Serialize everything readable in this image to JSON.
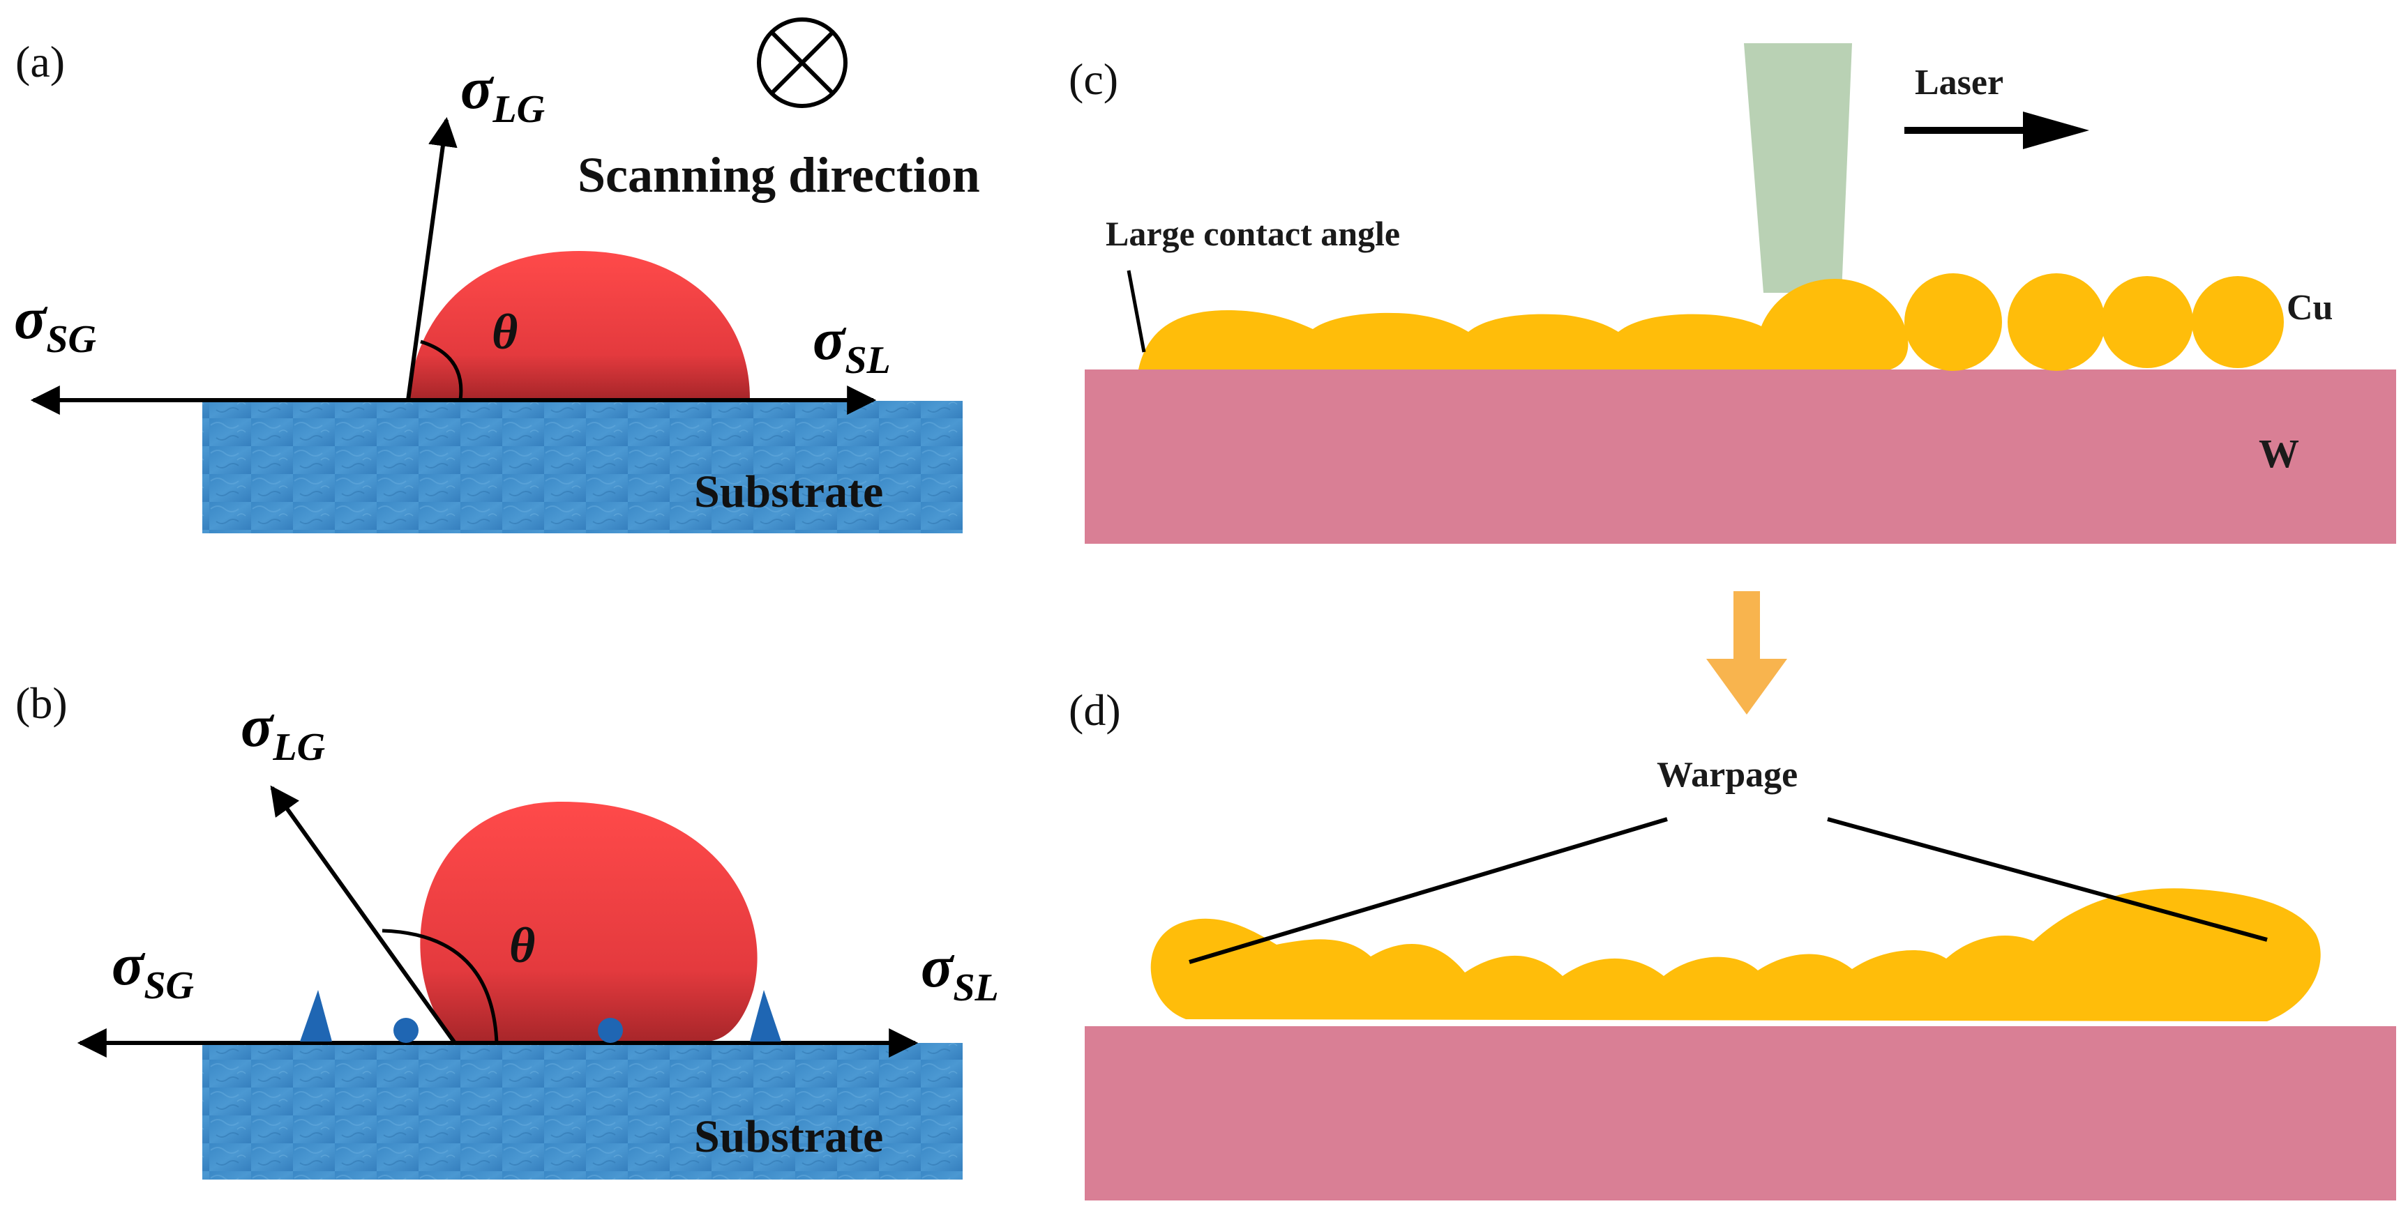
{
  "panels": {
    "a": {
      "label": "(a)",
      "sigma_lg": {
        "base": "σ",
        "sub": "LG"
      },
      "sigma_sg": {
        "base": "σ",
        "sub": "SG"
      },
      "sigma_sl": {
        "base": "σ",
        "sub": "SL"
      },
      "theta": "θ",
      "scan_text": "Scanning direction",
      "substrate": "Substrate"
    },
    "b": {
      "label": "(b)",
      "sigma_lg": {
        "base": "σ",
        "sub": "LG"
      },
      "sigma_sg": {
        "base": "σ",
        "sub": "SG"
      },
      "sigma_sl": {
        "base": "σ",
        "sub": "SL"
      },
      "theta": "θ",
      "substrate": "Substrate"
    },
    "c": {
      "label": "(c)",
      "laser": "Laser",
      "contact_angle": "Large contact angle",
      "cu": "Cu",
      "w": "W"
    },
    "d": {
      "label": "(d)",
      "warpage": "Warpage"
    }
  },
  "colors": {
    "droplet_top": "#ff4a4a",
    "droplet_bottom": "#a8262a",
    "substrate_blue": "#3d8bc9",
    "copper_yellow": "#ffbd0a",
    "tungsten_pink": "#d97f95",
    "laser_green": "#b9d1b4",
    "down_arrow": "#f8b44e",
    "impurity_blue": "#1f66b3"
  }
}
